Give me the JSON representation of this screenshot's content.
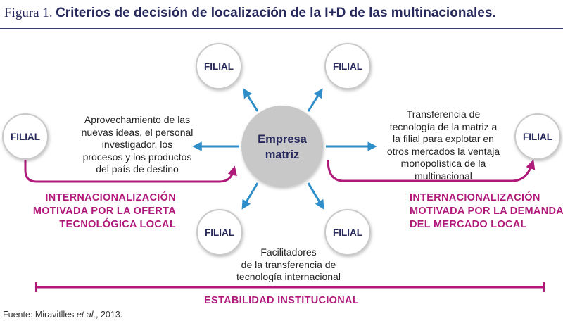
{
  "header": {
    "figure_label": "Figura 1.",
    "title": "Criterios de decisión de localización de la I+D de las multinacionales."
  },
  "nodes": {
    "center": {
      "line1": "Empresa",
      "line2": "matriz"
    },
    "filial_label": "FILIAL"
  },
  "texts": {
    "left_description": [
      "Aprovechamiento de las",
      "nuevas ideas, el personal",
      "investigador, los",
      "procesos y los productos",
      "del país de destino"
    ],
    "right_description": [
      "Transferencia de",
      "tecnología de la matriz a",
      "la filial para explotar en",
      "otros mercados la ventaja",
      "monopolística de la",
      "multinacional"
    ],
    "bottom_description": [
      "Facilitadores",
      "de la transferencia de",
      "tecnología internacional"
    ]
  },
  "labels": {
    "left": [
      "INTERNACIONALIZACIÓN",
      "MOTIVADA POR LA OFERTA",
      "TECNOLÓGICA LOCAL"
    ],
    "right": [
      "INTERNACIONALIZACIÓN",
      "MOTIVADA POR LA DEMANDA",
      "DEL MERCADO LOCAL"
    ],
    "bottom": "ESTABILIDAD INSTITUCIONAL"
  },
  "footer": {
    "source_prefix": "Fuente: Miravitlles ",
    "source_italic": "et al.",
    "source_suffix": ", 2013."
  },
  "colors": {
    "navy": "#27285c",
    "magenta": "#b0197a",
    "arrow_blue": "#2d8ec9",
    "center_fill": "#c8c8c8",
    "circle_stroke": "#c9c9c9"
  }
}
